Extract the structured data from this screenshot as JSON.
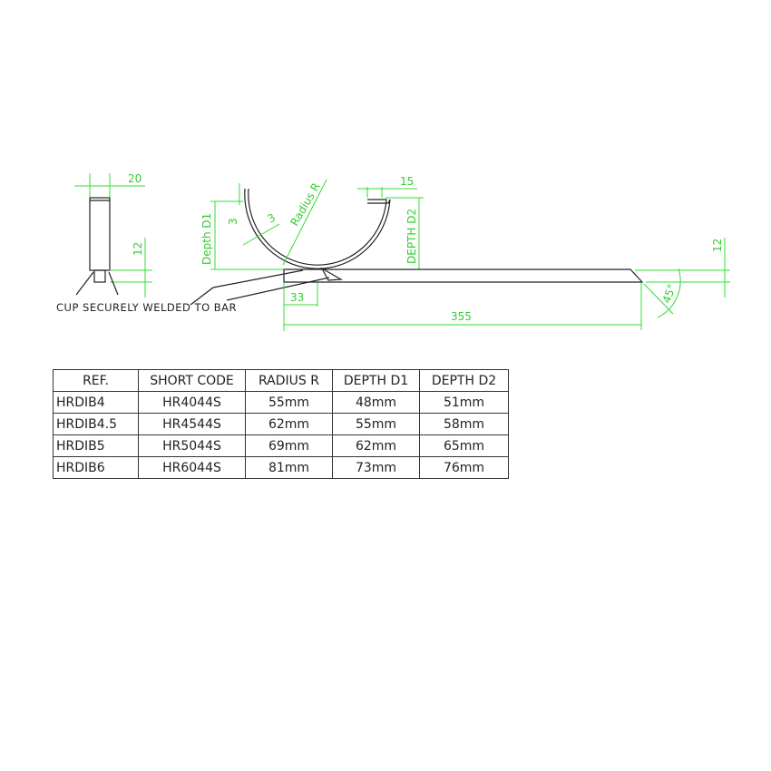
{
  "drawing": {
    "dims": {
      "bar_width": "20",
      "cup_height": "12",
      "wall": "3",
      "thickness": "3",
      "radius": "Radius R",
      "depth1": "Depth D1",
      "lip": "15",
      "depth2": "DEPTH D2",
      "bar_thickness": "12",
      "cup_offset": "33",
      "bar_length": "355",
      "angle": "45°"
    },
    "note": "CUP SECURELY WELDED TO BAR",
    "colors": {
      "dimension": "#33dd33",
      "outline": "#222222"
    }
  },
  "table": {
    "headers": [
      "REF.",
      "SHORT CODE",
      "RADIUS R",
      "DEPTH D1",
      "DEPTH D2"
    ],
    "rows": [
      [
        "HRDIB4",
        "HR4044S",
        "55mm",
        "48mm",
        "51mm"
      ],
      [
        "HRDIB4.5",
        "HR4544S",
        "62mm",
        "55mm",
        "58mm"
      ],
      [
        "HRDIB5",
        "HR5044S",
        "69mm",
        "62mm",
        "65mm"
      ],
      [
        "HRDIB6",
        "HR6044S",
        "81mm",
        "73mm",
        "76mm"
      ]
    ]
  }
}
